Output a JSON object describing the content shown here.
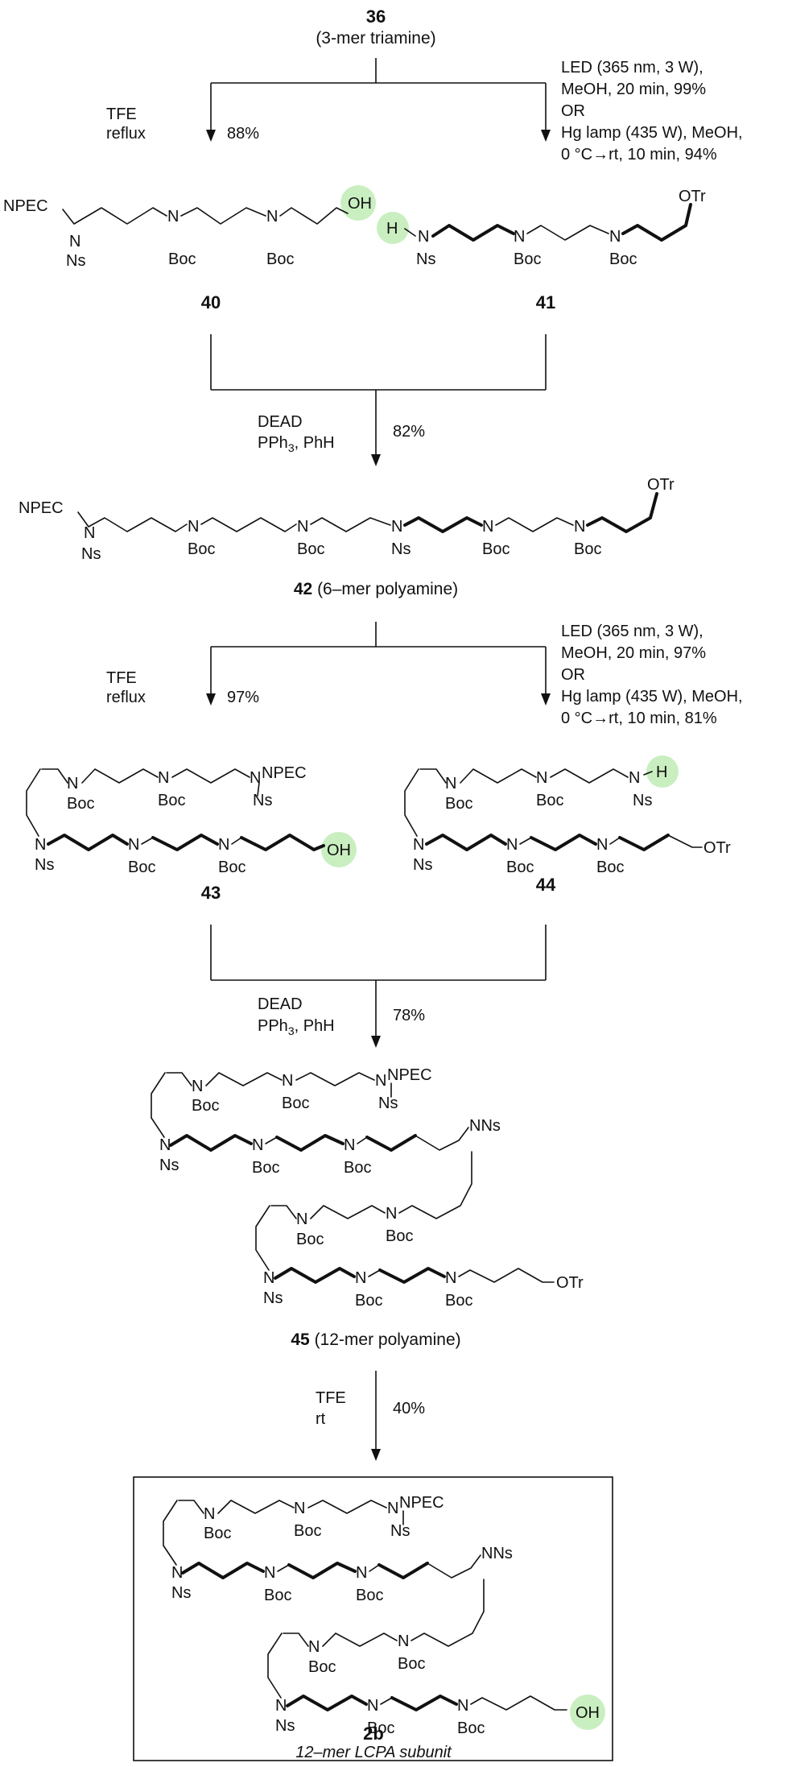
{
  "compounds": {
    "c36": {
      "number": "36",
      "name": "(3-mer triamine)"
    },
    "c40": {
      "number": "40"
    },
    "c41": {
      "number": "41"
    },
    "c42": {
      "number": "42",
      "name": "(6–mer polyamine)"
    },
    "c43": {
      "number": "43"
    },
    "c44": {
      "number": "44"
    },
    "c45": {
      "number": "45",
      "name": "(12-mer polyamine)"
    },
    "c2b": {
      "number": "2b",
      "subtitle": "12–mer LCPA subunit"
    }
  },
  "steps": {
    "s1_left": {
      "line1": "TFE",
      "line2": "reflux",
      "yield": "88%"
    },
    "s1_right": {
      "line1": "LED (365 nm, 3 W),",
      "line2": "MeOH, 20 min, 99%",
      "line3": "OR",
      "line4": "Hg lamp (435 W), MeOH,",
      "line5": "0 °C→rt, 10 min, 94%"
    },
    "s2": {
      "line1": "DEAD",
      "line2a": "PPh",
      "line2sub": "3",
      "line2b": ", PhH",
      "yield": "82%"
    },
    "s3_left": {
      "line1": "TFE",
      "line2": "reflux",
      "yield": "97%"
    },
    "s3_right": {
      "line1": "LED (365 nm, 3 W),",
      "line2": "MeOH, 20 min, 97%",
      "line3": "OR",
      "line4": "Hg lamp (435 W), MeOH,",
      "line5": "0 °C→rt, 10 min, 81%"
    },
    "s4": {
      "line1": "DEAD",
      "line2a": "PPh",
      "line2sub": "3",
      "line2b": ", PhH",
      "yield": "78%"
    },
    "s5": {
      "line1": "TFE",
      "line2": "rt",
      "yield": "40%"
    }
  },
  "atoms": {
    "N": "N",
    "Ns": "Ns",
    "Boc": "Boc",
    "NPEC": "NPEC",
    "OH": "OH",
    "OTr": "OTr",
    "H": "H",
    "NNs": "NNs"
  },
  "colors": {
    "highlight": "#c9efc0",
    "ink": "#111111"
  }
}
